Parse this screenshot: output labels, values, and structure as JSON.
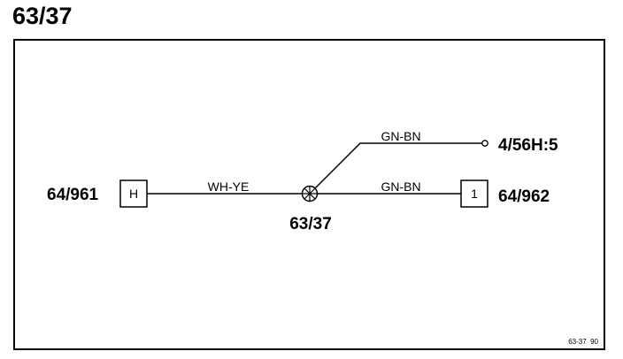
{
  "page_title": "63/37",
  "splice": {
    "label": "63/37"
  },
  "connectors": {
    "left": {
      "ref": "64/961",
      "pin": "H"
    },
    "right": {
      "ref": "64/962",
      "pin": "1"
    },
    "top_right": {
      "ref": "4/56H:5"
    }
  },
  "wires": {
    "left_to_splice": "WH-YE",
    "splice_to_right": "GN-BN",
    "splice_to_top_right": "GN-BN"
  },
  "footer": {
    "code": "63-37  90"
  },
  "colors": {
    "line": "#000000",
    "background": "#ffffff"
  }
}
